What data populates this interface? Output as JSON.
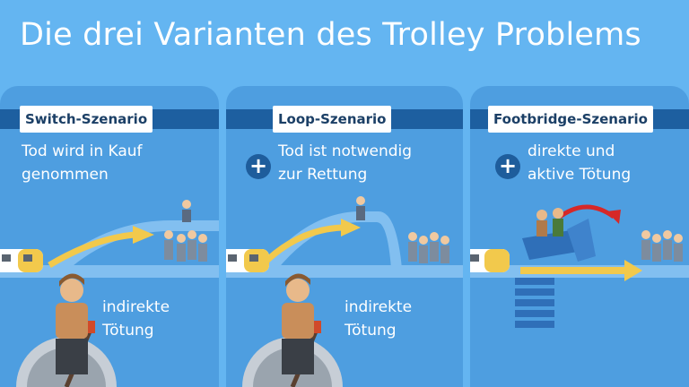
{
  "title": "Die drei Varianten des Trolley Problems",
  "panels": [
    {
      "label": "Switch-Szenario",
      "desc": [
        "Tod wird in Kauf",
        "genommen"
      ],
      "bottom": [
        "indirekte",
        "Tötung"
      ]
    },
    {
      "label": "Loop-Szenario",
      "desc": [
        "Tod ist notwendig",
        "zur Rettung"
      ],
      "bottom": [
        "indirekte",
        "Tötung"
      ]
    },
    {
      "label": "Footbridge-Szenario",
      "desc": [
        "direkte und",
        "aktive Tötung"
      ]
    }
  ],
  "plus_icon": "+",
  "colors": {
    "background": "#64b5f1",
    "panel": "#4e9ee0",
    "header_band": "#1d5fa0",
    "arrow": "#f2c94c",
    "red_arrow": "#d62828"
  }
}
